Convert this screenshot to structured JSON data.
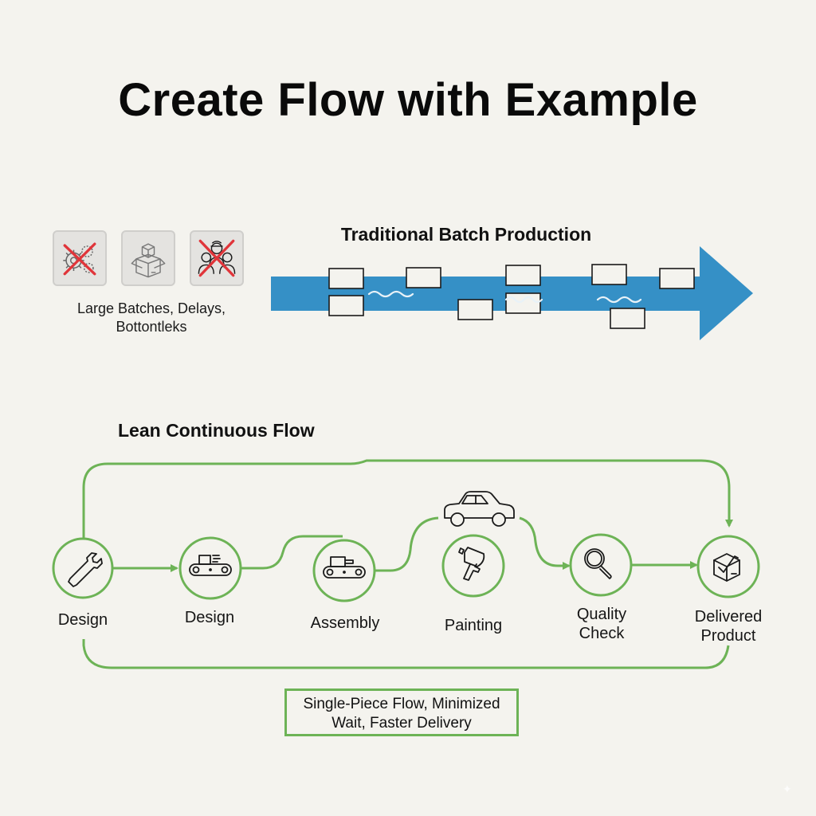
{
  "title": "Create Flow with Example",
  "colors": {
    "background": "#f4f3ee",
    "batch_arrow": "#3590c6",
    "lean_green": "#6db356",
    "problem_cross": "#e0353a",
    "icon_stroke": "#1a1a1a"
  },
  "traditional": {
    "title": "Traditional Batch Production",
    "problem_icons": [
      {
        "name": "gears-icon",
        "crossed": true
      },
      {
        "name": "boxes-icon",
        "crossed": false
      },
      {
        "name": "workers-icon",
        "crossed": true
      }
    ],
    "problems_caption_line1": "Large Batches, Delays,",
    "problems_caption_line2": "Bottontleks",
    "batch_item_count": 10,
    "wait_wave_count": 3
  },
  "lean": {
    "title": "Lean Continuous Flow",
    "steps": [
      {
        "label_line1": "Design",
        "label_line2": "",
        "icon": "wrench-icon"
      },
      {
        "label_line1": "Design",
        "label_line2": "",
        "icon": "conveyor-icon"
      },
      {
        "label_line1": "Assembly",
        "label_line2": "",
        "icon": "conveyor-machine-icon"
      },
      {
        "label_line1": "Painting",
        "label_line2": "",
        "icon": "spray-gun-icon"
      },
      {
        "label_line1": "Quality",
        "label_line2": "Check",
        "icon": "magnifier-icon"
      },
      {
        "label_line1": "Delivered",
        "label_line2": "Product",
        "icon": "box-check-icon"
      }
    ],
    "product_icon": "car-icon",
    "summary_line1": "Single-Piece Flow, Minimized",
    "summary_line2": "Wait, Faster Delivery"
  }
}
